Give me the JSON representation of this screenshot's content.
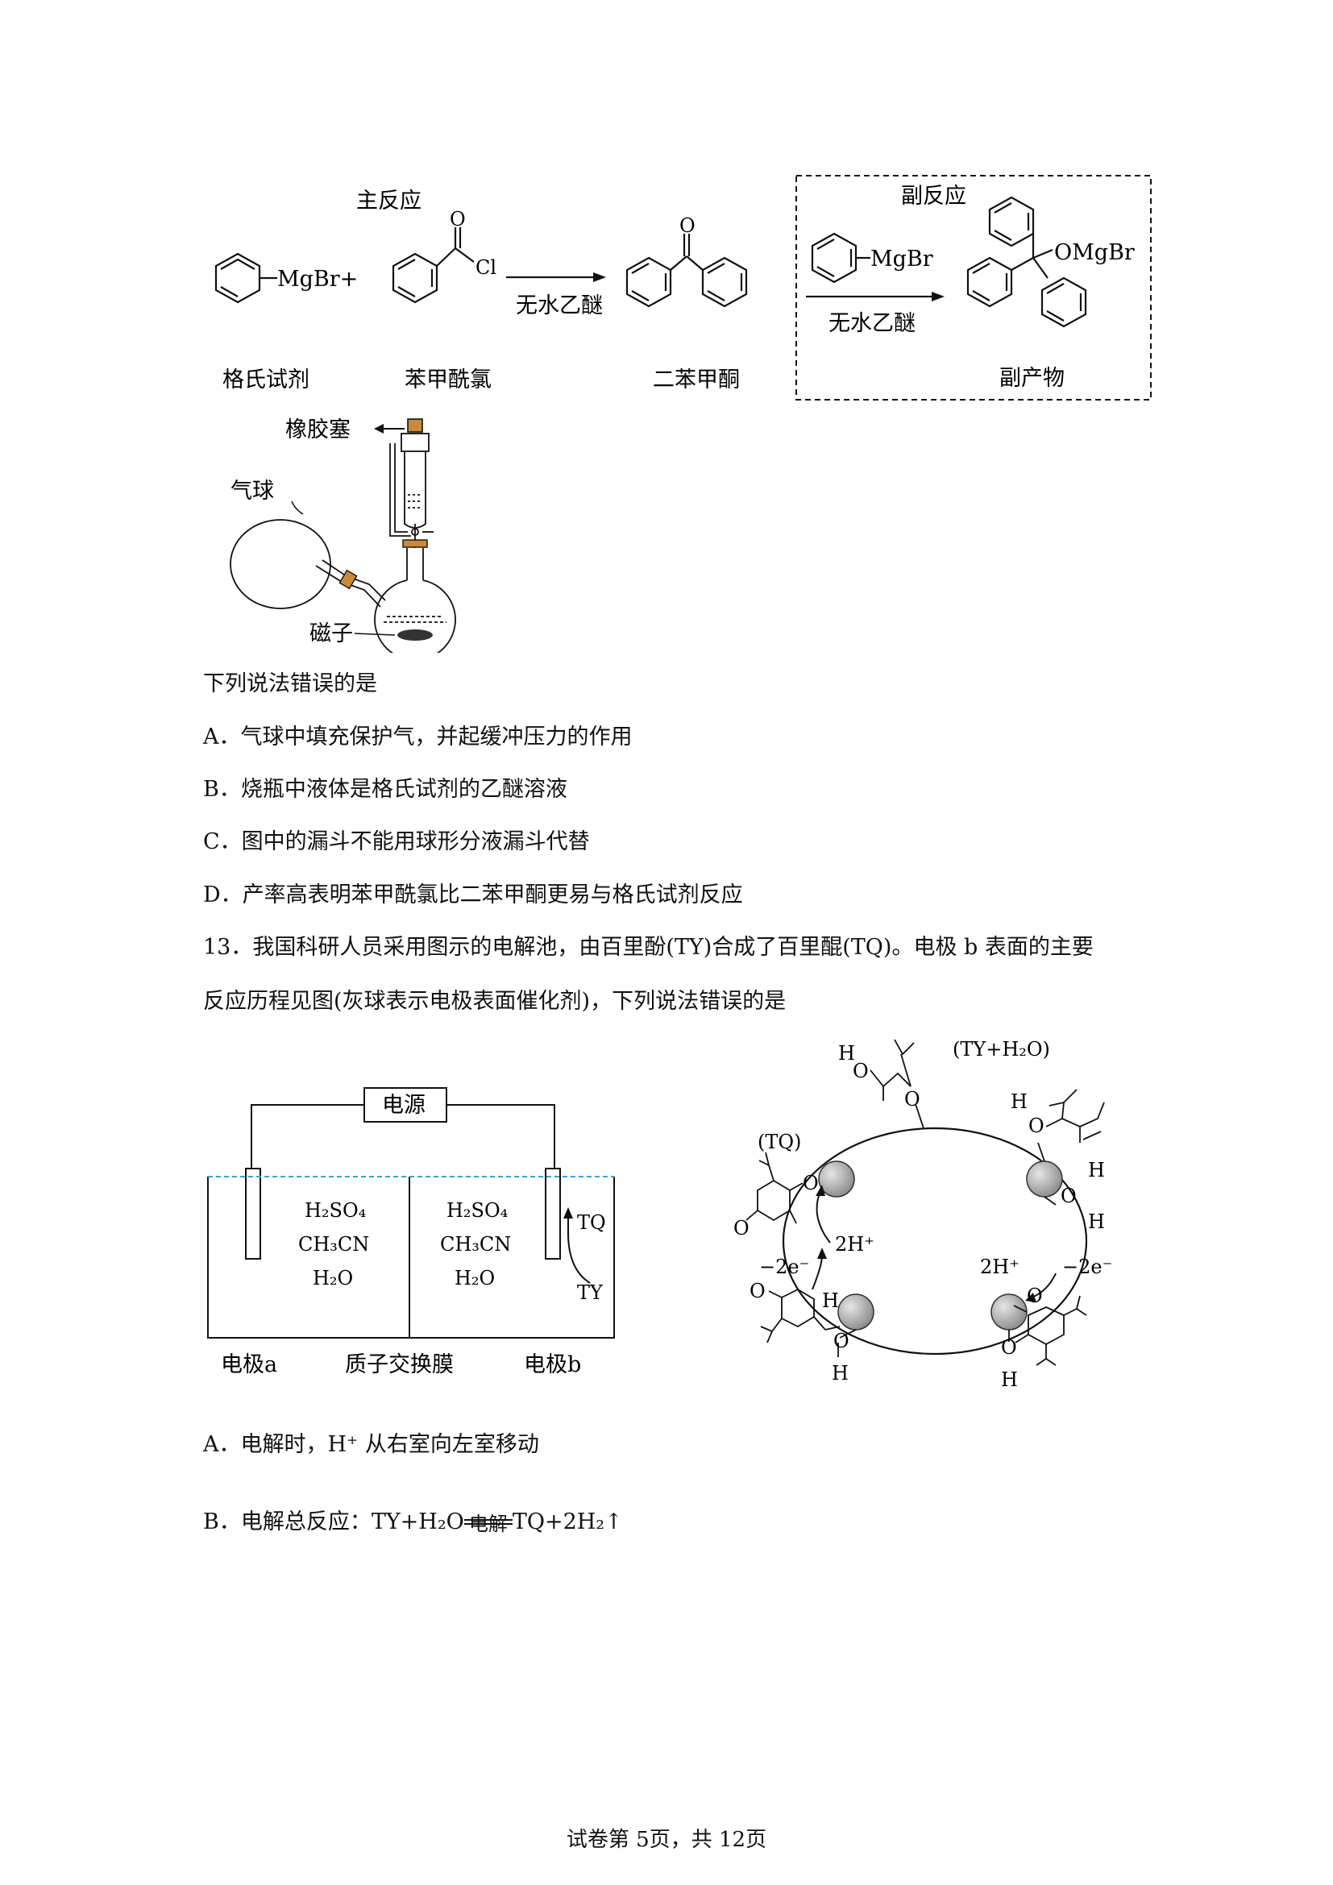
{
  "scheme": {
    "main_reaction_title": "主反应",
    "side_reaction_title": "副反应",
    "grignard_formula": "MgBr+",
    "grignard_name": "格氏试剂",
    "benzoyl_O": "O",
    "benzoyl_Cl": "Cl",
    "benzoyl_name": "苯甲酰氯",
    "arrow_condition": "无水乙醚",
    "benzophenone_O": "O",
    "benzophenone_name": "二苯甲酮",
    "side_reagent_formula": "MgBr",
    "side_arrow_condition": "无水乙醚",
    "side_product_group": "OMgBr",
    "side_product_name": "副产物"
  },
  "apparatus": {
    "stopper_label": "橡胶塞",
    "balloon_label": "气球",
    "stirbar_label": "磁子"
  },
  "q12": {
    "prompt": "下列说法错误的是",
    "options": [
      {
        "letter": "A．",
        "text": "气球中填充保护气，并起缓冲压力的作用"
      },
      {
        "letter": "B．",
        "text": "烧瓶中液体是格氏试剂的乙醚溶液"
      },
      {
        "letter": "C．",
        "text": "图中的漏斗不能用球形分液漏斗代替"
      },
      {
        "letter": "D．",
        "text": "产率高表明苯甲酰氯比二苯甲酮更易与格氏试剂反应"
      }
    ]
  },
  "q13": {
    "stem_line1": "13．我国科研人员采用图示的电解池，由百里酚(TY)合成了百里醌(TQ)。电极 b 表面的主要",
    "stem_line2": "反应历程见图(灰球表示电极表面催化剂)，下列说法错误的是",
    "cell": {
      "power_label": "电源",
      "left_solution": [
        "H₂SO₄",
        "CH₃CN",
        "H₂O"
      ],
      "right_solution": [
        "H₂SO₄",
        "CH₃CN",
        "H₂O"
      ],
      "tq_label": "TQ",
      "ty_label": "TY",
      "electrode_a": "电极a",
      "membrane": "质子交换膜",
      "electrode_b": "电极b"
    },
    "cycle": {
      "tq_label": "(TQ)",
      "ty_h2o_label": "(TY+H₂O)",
      "h2_left": "2H⁺",
      "e_left": "−2e⁻",
      "h2_right": "2H⁺",
      "e_right": "−2e⁻",
      "atom_H": "H",
      "atom_O": "O"
    },
    "options": [
      {
        "letter": "A．",
        "text": "电解时，H⁺ 从右室向左室移动"
      },
      {
        "letter": "B．",
        "text_pre": "电解总反应：TY+H₂O",
        "over_sign": "电解",
        "text_post": "TQ+2H₂↑"
      }
    ]
  },
  "footer": "试卷第 5页，共 12页"
}
